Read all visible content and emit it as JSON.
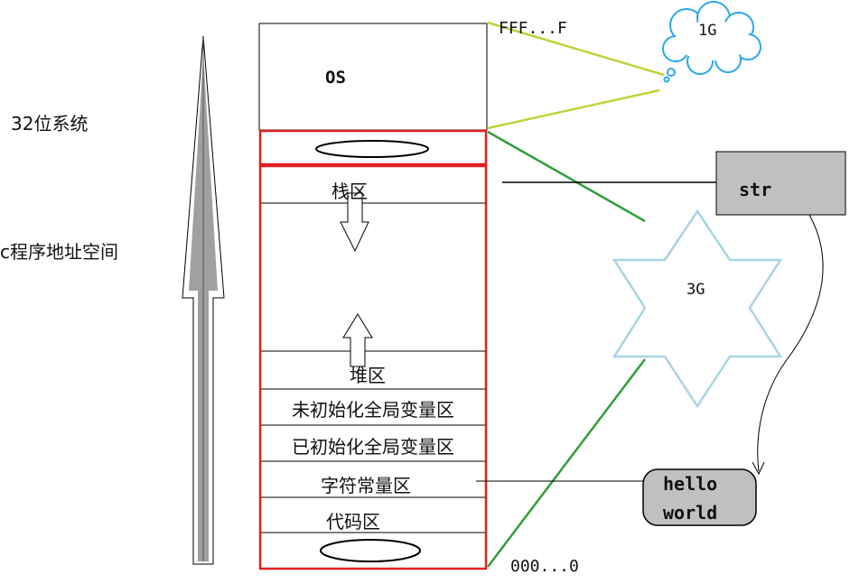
{
  "side_labels": {
    "system": "32位系统",
    "address_space": "c程序地址空间"
  },
  "memory": {
    "os": "OS",
    "stack": "栈区",
    "heap": "堆区",
    "bss": "未初始化全局变量区",
    "data": "已初始化全局变量区",
    "rodata": "字符常量区",
    "text": "代码区"
  },
  "addresses": {
    "top": "FFF...F",
    "bottom": "000...0"
  },
  "callouts": {
    "kernel_size": "1G",
    "user_size": "3G",
    "pointer": "str",
    "string_line1": "hello",
    "string_line2": "world"
  },
  "colors": {
    "region_border": "#e02020",
    "lime_line": "#bcd43a",
    "green_line": "#2ea03a",
    "star_stroke": "#a8d4e4",
    "cloud_stroke": "#2aa8e8",
    "box_fill": "#c0c0c0"
  }
}
